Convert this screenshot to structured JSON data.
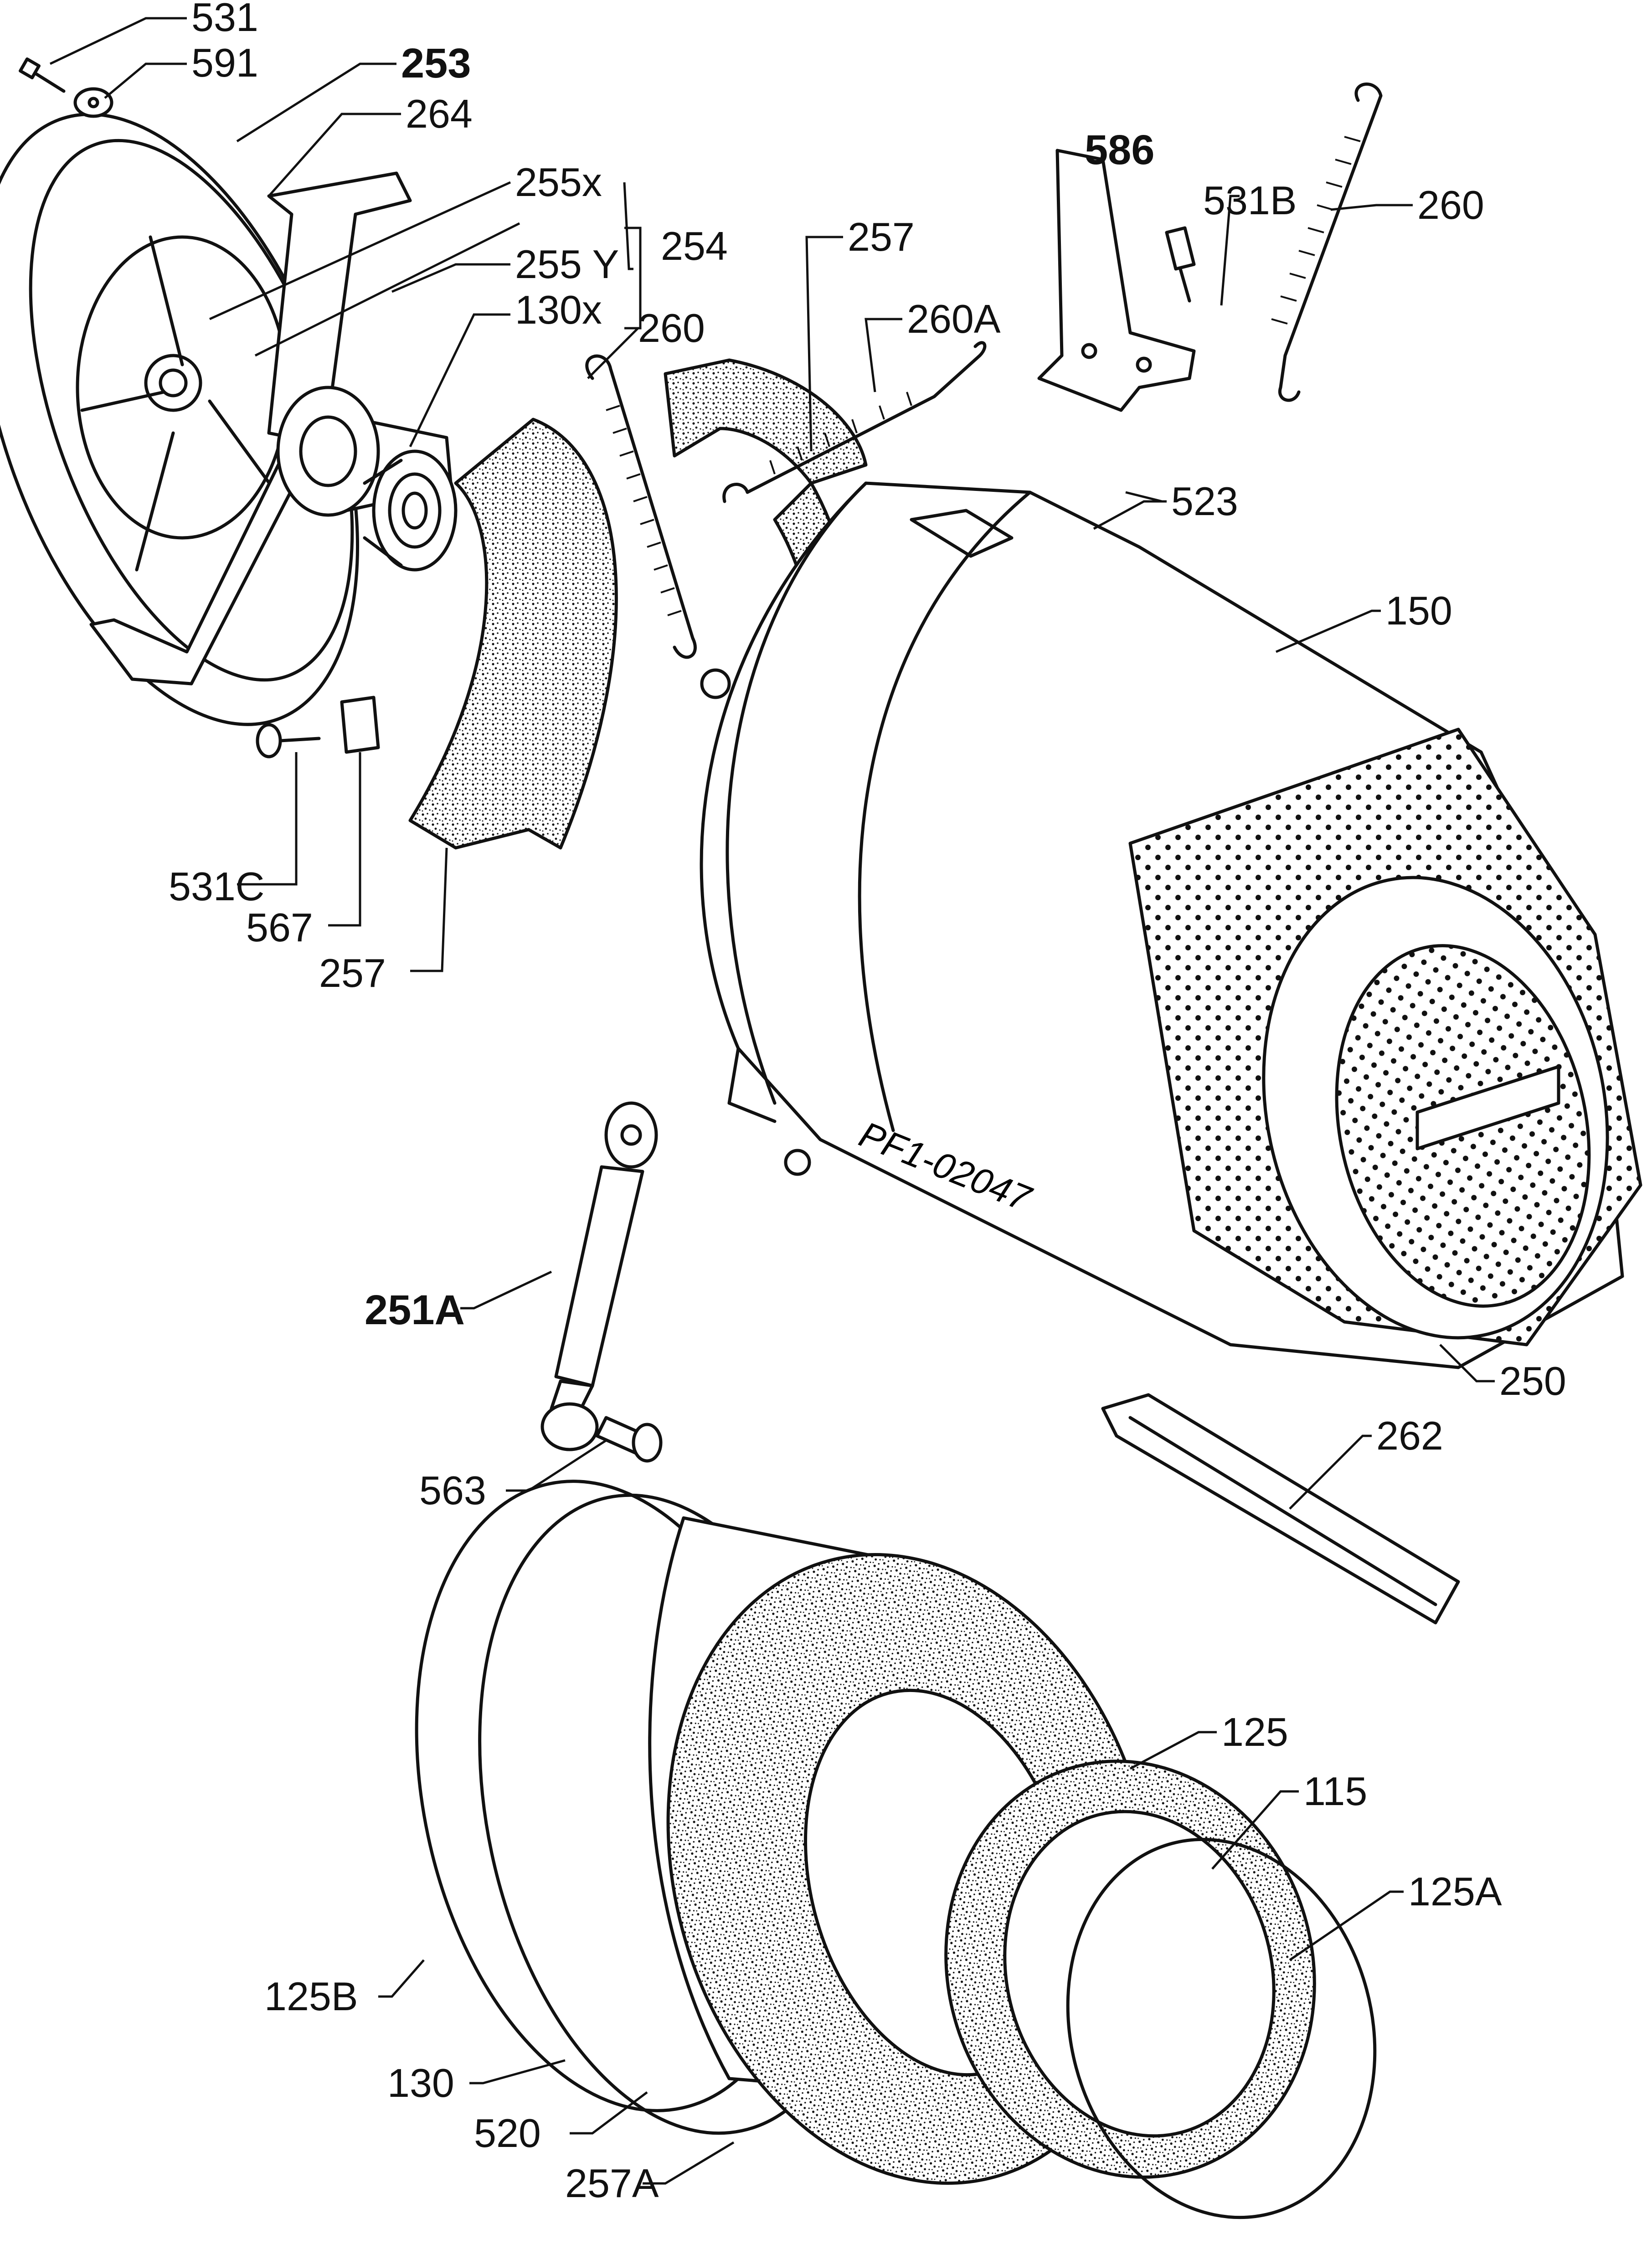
{
  "callouts": {
    "p531": "531",
    "p591": "591",
    "p253": "253",
    "p264": "264",
    "p255x": "255x",
    "p255y": "255 Y",
    "p254": "254",
    "p130x": "130x",
    "p257_top": "257",
    "p260a": "260A",
    "p260_mid": "260",
    "p586": "586",
    "p531b": "531B",
    "p260_right": "260",
    "p523": "523",
    "p150": "150",
    "p531c": "531C",
    "p567": "567",
    "p257_left": "257",
    "p251a": "251A",
    "p250": "250",
    "p262": "262",
    "p563": "563",
    "p125": "125",
    "p115": "115",
    "p125a": "125A",
    "p125b": "125B",
    "p130": "130",
    "p520": "520",
    "p257a": "257A"
  },
  "drum_stamp": "PF1-02047"
}
